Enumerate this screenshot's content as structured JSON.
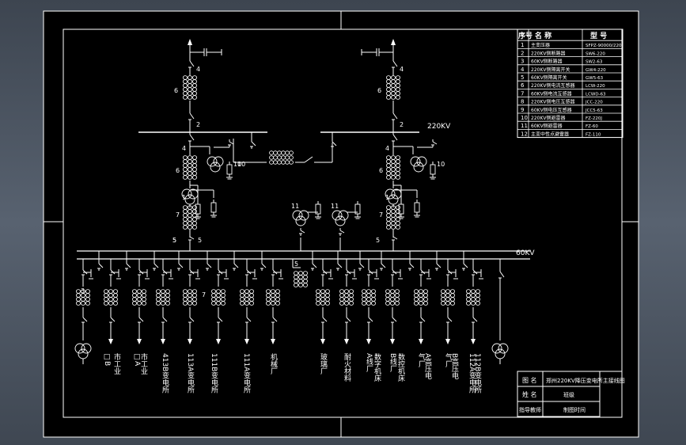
{
  "drawing": {
    "bus_220_label": "220KV",
    "bus_60_label": "60KV",
    "title_text": "郑州220KV降压变电所主接线图",
    "title_block": {
      "label_tu": "图 名",
      "label_name": "姓 名",
      "label_teacher": "指导教师",
      "name_value": "班级",
      "teacher_value": "制图时间"
    }
  },
  "legend": {
    "headers": [
      "序号",
      "名  称",
      "型 号"
    ],
    "rows": [
      {
        "no": "1",
        "name": "主变压器",
        "model": "SFPZ-90000/220"
      },
      {
        "no": "2",
        "name": "220KV侧断路器",
        "model": "SW6-220"
      },
      {
        "no": "3",
        "name": "60KV侧断路器",
        "model": "SW2-63"
      },
      {
        "no": "4",
        "name": "220KV侧隔离开关",
        "model": "GW4-220"
      },
      {
        "no": "5",
        "name": "60KV侧隔离开关",
        "model": "GW5-63"
      },
      {
        "no": "6",
        "name": "220KV侧电流互感器",
        "model": "LCW-220"
      },
      {
        "no": "7",
        "name": "60KV侧电流互感器",
        "model": "LCWD-63"
      },
      {
        "no": "8",
        "name": "220KV侧电压互感器",
        "model": "JCC-220"
      },
      {
        "no": "9",
        "name": "60KV侧电压互感器",
        "model": "JCC5-63"
      },
      {
        "no": "10",
        "name": "220KV侧避雷器",
        "model": "FZ-220J"
      },
      {
        "no": "11",
        "name": "60KV侧避雷器",
        "model": "FZ-60"
      },
      {
        "no": "12",
        "name": "主变中性点避雷器",
        "model": "FZ-110"
      }
    ]
  },
  "element_numbers": [
    "1",
    "2",
    "3",
    "4",
    "5",
    "6",
    "7",
    "8",
    "9",
    "10",
    "11",
    "12"
  ],
  "feeders": [
    {
      "id": "f1",
      "label": "□B"
    },
    {
      "id": "f2",
      "label": "市工业"
    },
    {
      "id": "f3",
      "label": "□A"
    },
    {
      "id": "f4",
      "label": "市工业"
    },
    {
      "id": "f5",
      "label": "413B变电所"
    },
    {
      "id": "f6",
      "label": "113A变电所"
    },
    {
      "id": "f7",
      "label": "111B变电所"
    },
    {
      "id": "f8",
      "label": "111A变电所"
    },
    {
      "id": "f9",
      "label": "机械厂"
    },
    {
      "id": "f10",
      "label": "玻璃厂"
    },
    {
      "id": "f11",
      "label": "耐火材料"
    },
    {
      "id": "f12",
      "label": "A线厂"
    },
    {
      "id": "f13",
      "label": "数字机床"
    },
    {
      "id": "f14",
      "label": "B线厂"
    },
    {
      "id": "f15",
      "label": "数控机床"
    },
    {
      "id": "f16",
      "label": "气厂"
    },
    {
      "id": "f17",
      "label": "A高压电"
    },
    {
      "id": "f18",
      "label": "气厂"
    },
    {
      "id": "f19",
      "label": "B高压电"
    },
    {
      "id": "f20",
      "label": "112A变电所"
    },
    {
      "id": "f21",
      "label": "112B变电所"
    }
  ],
  "colors": {
    "line": "#ffffff",
    "paper": "#000000",
    "frame": "#ffffff"
  }
}
